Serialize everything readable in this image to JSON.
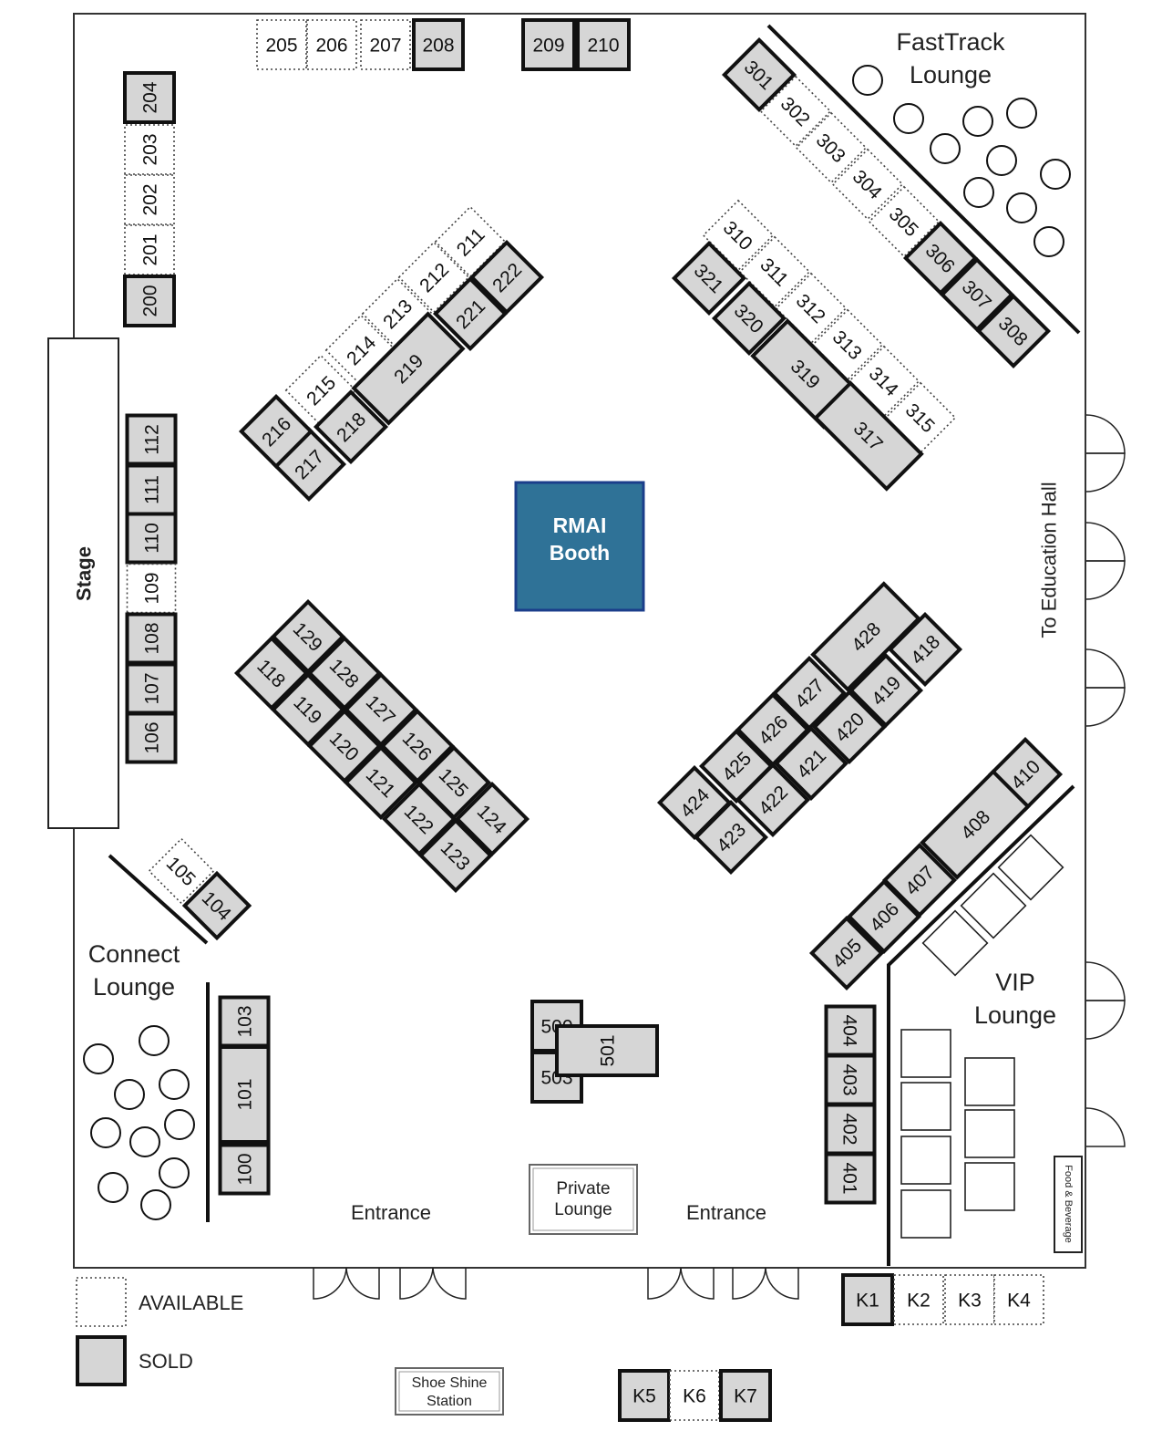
{
  "colors": {
    "sold": "#d6d6d6",
    "available": "#ffffff",
    "rmai": "#2f7297",
    "rmai_border": "#1b3e8b"
  },
  "labels": {
    "stage": "Stage",
    "fasttrack_1": "FastTrack",
    "fasttrack_2": "Lounge",
    "connect_1": "Connect",
    "connect_2": "Lounge",
    "vip_1": "VIP",
    "vip_2": "Lounge",
    "education": "To Education Hall",
    "rmai_1": "RMAI",
    "rmai_2": "Booth",
    "entrance_left": "Entrance",
    "entrance_right": "Entrance",
    "private_1": "Private",
    "private_2": "Lounge",
    "food": "Food & Beverage",
    "shoe_1": "Shoe Shine",
    "shoe_2": "Station"
  },
  "legend": {
    "available": "AVAILABLE",
    "sold": "SOLD"
  },
  "booths": [
    {
      "id": "205",
      "status": "available"
    },
    {
      "id": "206",
      "status": "available"
    },
    {
      "id": "207",
      "status": "available"
    },
    {
      "id": "208",
      "status": "sold"
    },
    {
      "id": "209",
      "status": "sold"
    },
    {
      "id": "210",
      "status": "sold"
    },
    {
      "id": "204",
      "status": "sold"
    },
    {
      "id": "203",
      "status": "available"
    },
    {
      "id": "202",
      "status": "available"
    },
    {
      "id": "201",
      "status": "available"
    },
    {
      "id": "200",
      "status": "sold"
    },
    {
      "id": "112",
      "status": "sold"
    },
    {
      "id": "111",
      "status": "sold"
    },
    {
      "id": "110",
      "status": "sold"
    },
    {
      "id": "109",
      "status": "available"
    },
    {
      "id": "108",
      "status": "sold"
    },
    {
      "id": "107",
      "status": "sold"
    },
    {
      "id": "106",
      "status": "sold"
    },
    {
      "id": "103",
      "status": "sold"
    },
    {
      "id": "101",
      "status": "sold"
    },
    {
      "id": "100",
      "status": "sold"
    },
    {
      "id": "105",
      "status": "available"
    },
    {
      "id": "104",
      "status": "sold"
    },
    {
      "id": "500",
      "status": "sold"
    },
    {
      "id": "503",
      "status": "sold"
    },
    {
      "id": "501",
      "status": "sold"
    },
    {
      "id": "404",
      "status": "sold"
    },
    {
      "id": "403",
      "status": "sold"
    },
    {
      "id": "402",
      "status": "sold"
    },
    {
      "id": "401",
      "status": "sold"
    },
    {
      "id": "211",
      "status": "available"
    },
    {
      "id": "212",
      "status": "available"
    },
    {
      "id": "213",
      "status": "available"
    },
    {
      "id": "214",
      "status": "available"
    },
    {
      "id": "215",
      "status": "available"
    },
    {
      "id": "222",
      "status": "sold"
    },
    {
      "id": "221",
      "status": "sold"
    },
    {
      "id": "219",
      "status": "sold"
    },
    {
      "id": "218",
      "status": "sold"
    },
    {
      "id": "217",
      "status": "sold"
    },
    {
      "id": "216",
      "status": "sold"
    },
    {
      "id": "301",
      "status": "sold"
    },
    {
      "id": "302",
      "status": "available"
    },
    {
      "id": "303",
      "status": "available"
    },
    {
      "id": "304",
      "status": "available"
    },
    {
      "id": "305",
      "status": "available"
    },
    {
      "id": "306",
      "status": "sold"
    },
    {
      "id": "307",
      "status": "sold"
    },
    {
      "id": "308",
      "status": "sold"
    },
    {
      "id": "310",
      "status": "available"
    },
    {
      "id": "311",
      "status": "available"
    },
    {
      "id": "312",
      "status": "available"
    },
    {
      "id": "313",
      "status": "available"
    },
    {
      "id": "314",
      "status": "available"
    },
    {
      "id": "315",
      "status": "available"
    },
    {
      "id": "321",
      "status": "sold"
    },
    {
      "id": "320",
      "status": "sold"
    },
    {
      "id": "319",
      "status": "sold"
    },
    {
      "id": "317",
      "status": "sold"
    },
    {
      "id": "129",
      "status": "sold"
    },
    {
      "id": "128",
      "status": "sold"
    },
    {
      "id": "127",
      "status": "sold"
    },
    {
      "id": "126",
      "status": "sold"
    },
    {
      "id": "125",
      "status": "sold"
    },
    {
      "id": "124",
      "status": "sold"
    },
    {
      "id": "118",
      "status": "sold"
    },
    {
      "id": "119",
      "status": "sold"
    },
    {
      "id": "120",
      "status": "sold"
    },
    {
      "id": "121",
      "status": "sold"
    },
    {
      "id": "122",
      "status": "sold"
    },
    {
      "id": "123",
      "status": "sold"
    },
    {
      "id": "428",
      "status": "sold"
    },
    {
      "id": "427",
      "status": "sold"
    },
    {
      "id": "426",
      "status": "sold"
    },
    {
      "id": "425",
      "status": "sold"
    },
    {
      "id": "424",
      "status": "sold"
    },
    {
      "id": "418",
      "status": "sold"
    },
    {
      "id": "419",
      "status": "sold"
    },
    {
      "id": "420",
      "status": "sold"
    },
    {
      "id": "421",
      "status": "sold"
    },
    {
      "id": "422",
      "status": "sold"
    },
    {
      "id": "423",
      "status": "sold"
    },
    {
      "id": "410",
      "status": "sold"
    },
    {
      "id": "408",
      "status": "sold"
    },
    {
      "id": "407",
      "status": "sold"
    },
    {
      "id": "406",
      "status": "sold"
    },
    {
      "id": "405",
      "status": "sold"
    },
    {
      "id": "K1",
      "status": "sold"
    },
    {
      "id": "K2",
      "status": "available"
    },
    {
      "id": "K3",
      "status": "available"
    },
    {
      "id": "K4",
      "status": "available"
    },
    {
      "id": "K5",
      "status": "sold"
    },
    {
      "id": "K6",
      "status": "available"
    },
    {
      "id": "K7",
      "status": "sold"
    }
  ]
}
